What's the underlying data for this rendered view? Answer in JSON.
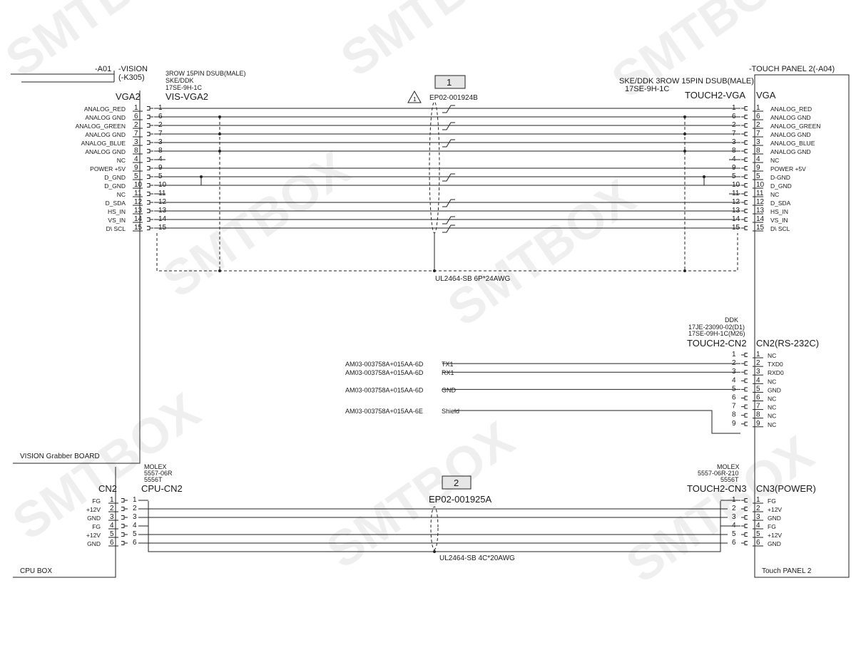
{
  "top": {
    "a01": "-A01",
    "vision_ref": "-VISION",
    "k305": "(-K305)",
    "touch_panel_ref": "-TOUCH PANEL 2(-A04)",
    "vga2": "VGA2",
    "vis_vga2": "VIS-VGA2",
    "left_conn_desc": [
      "3ROW 15PIN DSUB(MALE)",
      "SKE/DDK",
      "17SE-9H-1C"
    ],
    "right_conn_desc": [
      "SKE/DDK  3ROW 15PIN DSUB(MALE)",
      "17SE-9H-1C"
    ],
    "touch2_vga": "TOUCH2-VGA",
    "vga": "VGA",
    "cable1_num": "1",
    "cable1_part": "EP02-001924B",
    "cable1_spec": "UL2464-SB 6P*24AWG"
  },
  "vga_pins": [
    {
      "label": "ANALOG_RED",
      "n": "1"
    },
    {
      "label": "ANALOG GND",
      "n": "6"
    },
    {
      "label": "ANALOG_GREEN",
      "n": "2"
    },
    {
      "label": "ANALOG GND",
      "n": "7"
    },
    {
      "label": "ANALOG_BLUE",
      "n": "3"
    },
    {
      "label": "ANALOG GND",
      "n": "8"
    },
    {
      "label": "NC",
      "n": "4"
    },
    {
      "label": "POWER +5V",
      "n": "9"
    },
    {
      "label": "D_GND",
      "n": "5"
    },
    {
      "label": "D_GND",
      "n": "10"
    },
    {
      "label": "NC",
      "n": "11"
    },
    {
      "label": "D_SDA",
      "n": "12"
    },
    {
      "label": "HS_IN",
      "n": "13"
    },
    {
      "label": "VS_IN",
      "n": "14"
    },
    {
      "label": "D\\ SCL",
      "n": "15"
    }
  ],
  "vga_right_labels": [
    "ANALOG_RED",
    "ANALOG GND",
    "ANALOG_GREEN",
    "ANALOG GND",
    "ANALOG_BLUE",
    "ANALOG GND",
    "NC",
    "POWER +5V",
    "D-GND",
    "D_GND",
    "NC",
    "D_SDA",
    "HS_IN",
    "VS_IN",
    "D\\ SCL"
  ],
  "rs232": {
    "desc": [
      "DDK",
      "17JE-23090-02(D1)",
      "17SE-09H-1C(M26)"
    ],
    "touch2_cn2": "TOUCH2-CN2",
    "cn2_label": "CN2(RS-232C)",
    "pins": [
      {
        "n": "1",
        "label": "NC"
      },
      {
        "n": "2",
        "label": "TXD0"
      },
      {
        "n": "3",
        "label": "RXD0"
      },
      {
        "n": "4",
        "label": "NC"
      },
      {
        "n": "5",
        "label": "GND"
      },
      {
        "n": "6",
        "label": "NC"
      },
      {
        "n": "7",
        "label": "NC"
      },
      {
        "n": "8",
        "label": "NC"
      },
      {
        "n": "9",
        "label": "NC"
      }
    ],
    "wires": [
      {
        "part": "AM03-003758A+015AA-6D",
        "sig": "TX1",
        "pin": 2
      },
      {
        "part": "AM03-003758A+015AA-6D",
        "sig": "RX1",
        "pin": 3
      },
      {
        "part": "AM03-003758A+015AA-6D",
        "sig": "GND",
        "pin": 5
      },
      {
        "part": "AM03-003758A+015AA-6E",
        "sig": "Shield",
        "pin": 9
      }
    ]
  },
  "boards": {
    "vision_grabber": "VISION Grabber BOARD",
    "cpu_box": "CPU BOX",
    "touch_panel2": "Touch PANEL 2"
  },
  "power": {
    "left_desc": [
      "MOLEX",
      "5557-06R",
      "5556T"
    ],
    "right_desc": [
      "MOLEX",
      "5557-06R-210",
      "5556T"
    ],
    "cn2": "CN2",
    "cpu_cn2": "CPU-CN2",
    "touch2_cn3": "TOUCH2-CN3",
    "cn3_power": "CN3(POWER)",
    "cable2_num": "2",
    "cable2_part": "EP02-001925A",
    "cable2_spec": "UL2464-SB 4C*20AWG",
    "pins": [
      {
        "n": "1",
        "label": "FG"
      },
      {
        "n": "2",
        "label": "+12V"
      },
      {
        "n": "3",
        "label": "GND"
      },
      {
        "n": "4",
        "label": "FG"
      },
      {
        "n": "5",
        "label": "+12V"
      },
      {
        "n": "6",
        "label": "GND"
      }
    ]
  }
}
